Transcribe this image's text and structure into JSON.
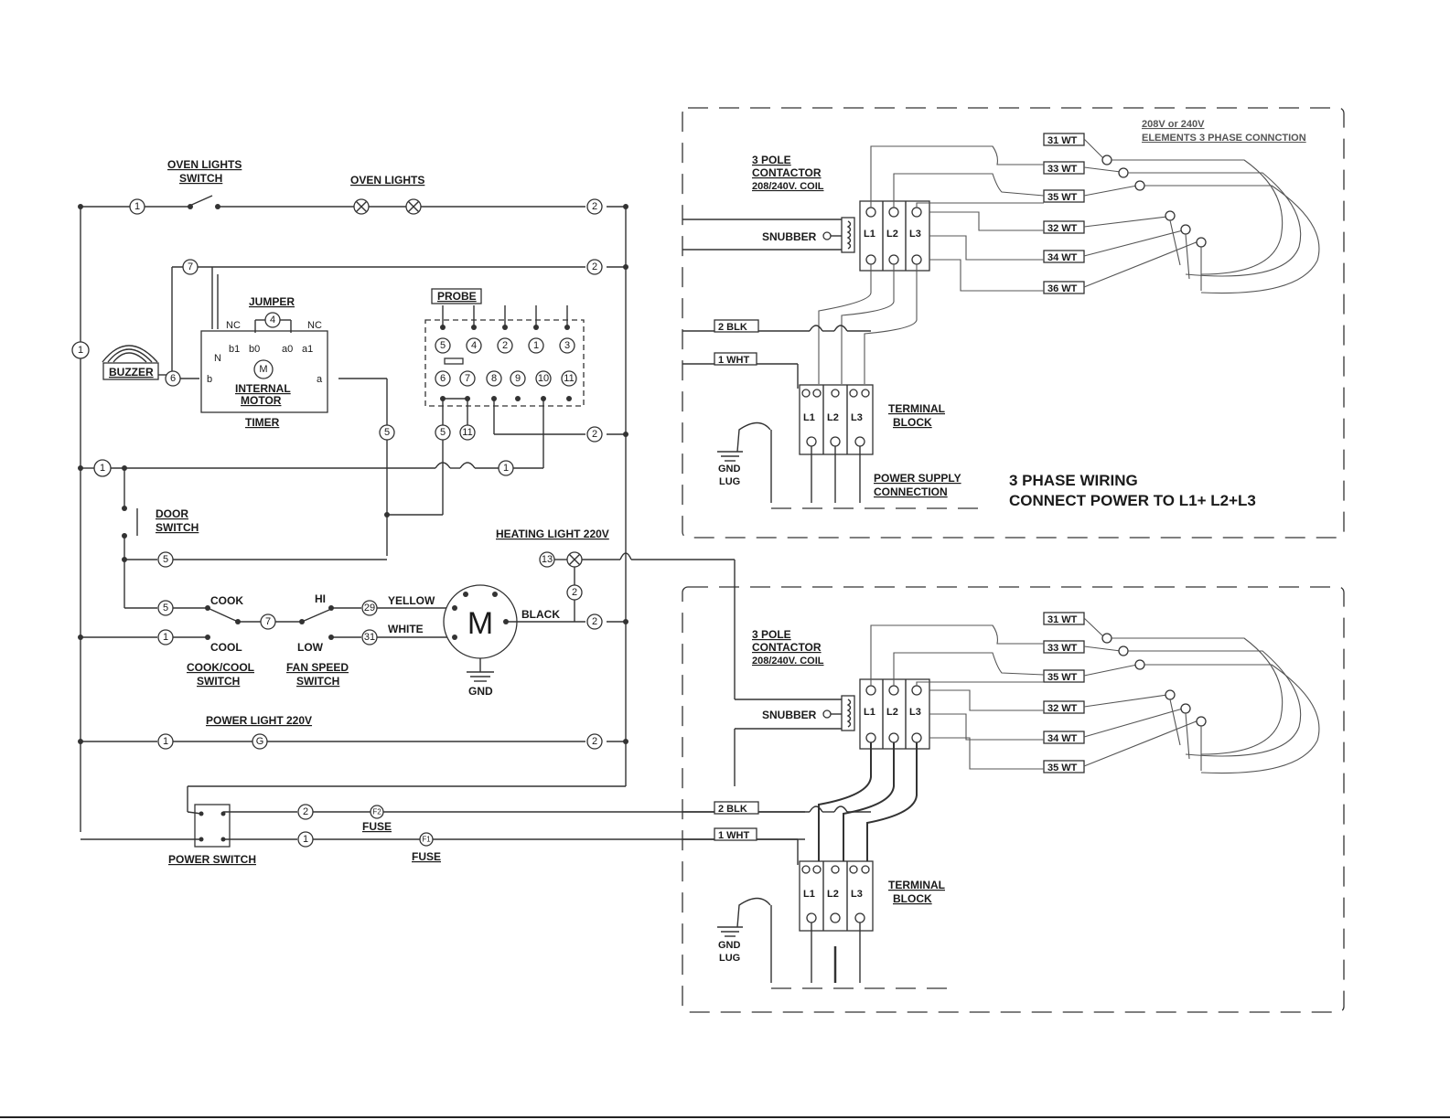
{
  "labels": {
    "oven_lights_switch_1": "OVEN LIGHTS",
    "oven_lights_switch_2": "SWITCH",
    "oven_lights": "OVEN LIGHTS",
    "jumper": "JUMPER",
    "nc_left": "NC",
    "nc_right": "NC",
    "n": "N",
    "b1": "b1",
    "b0": "b0",
    "a0": "a0",
    "a1": "a1",
    "b": "b",
    "a": "a",
    "motor_m": "M",
    "internal": "INTERNAL",
    "motor": "MOTOR",
    "timer": "TIMER",
    "buzzer": "BUZZER",
    "probe": "PROBE",
    "door": "DOOR",
    "switch": "SWITCH",
    "heating_light": "HEATING LIGHT 220V",
    "cook": "COOK",
    "cool": "COOL",
    "hi": "HI",
    "low": "LOW",
    "yellow": "YELLOW",
    "white": "WHITE",
    "black": "BLACK",
    "fan_m": "M",
    "gnd": "GND",
    "cook_cool_1": "COOK/COOL",
    "cook_cool_2": "SWITCH",
    "fan_speed_1": "FAN SPEED",
    "fan_speed_2": "SWITCH",
    "power_light": "POWER LIGHT 220V",
    "power_light_g": "G",
    "fuse": "FUSE",
    "f1": "F1",
    "f2": "F2",
    "power_switch": "POWER SWITCH"
  },
  "wire_numbers": {
    "n1": "1",
    "n2": "2",
    "n3": "3",
    "n4": "4",
    "n5": "5",
    "n6": "6",
    "n7": "7",
    "n8": "8",
    "n9": "9",
    "n10": "10",
    "n11": "11",
    "n13": "13",
    "n29": "29",
    "n31": "31"
  },
  "panels": [
    {
      "header_1": "208V or 240V",
      "header_2": "ELEMENTS  3 PHASE CONNCTION",
      "contactor_1": "3 POLE",
      "contactor_2": "CONTACTOR",
      "contactor_3": "208/240V. COIL",
      "snubber": "SNUBBER",
      "poles": [
        "L1",
        "L2",
        "L3"
      ],
      "elements": [
        "31 WT",
        "33 WT",
        "35 WT",
        "32 WT",
        "34 WT",
        "36 WT"
      ],
      "blk": "2  BLK",
      "wht": "1 WHT",
      "terminal_1": "TERMINAL",
      "terminal_2": "BLOCK",
      "gnd_1": "GND",
      "gnd_2": "LUG",
      "supply_1": "POWER SUPPLY",
      "supply_2": "CONNECTION",
      "note_1": "3 PHASE WIRING",
      "note_2": "CONNECT POWER TO L1+ L2+L3"
    },
    {
      "contactor_1": "3 POLE",
      "contactor_2": "CONTACTOR",
      "contactor_3": "208/240V. COIL",
      "snubber": "SNUBBER",
      "poles": [
        "L1",
        "L2",
        "L3"
      ],
      "elements": [
        "31 WT",
        "33 WT",
        "35 WT",
        "32 WT",
        "34 WT",
        "35 WT"
      ],
      "blk": "2  BLK",
      "wht": "1 WHT",
      "terminal_1": "TERMINAL",
      "terminal_2": "BLOCK",
      "gnd_1": "GND",
      "gnd_2": "LUG"
    }
  ]
}
